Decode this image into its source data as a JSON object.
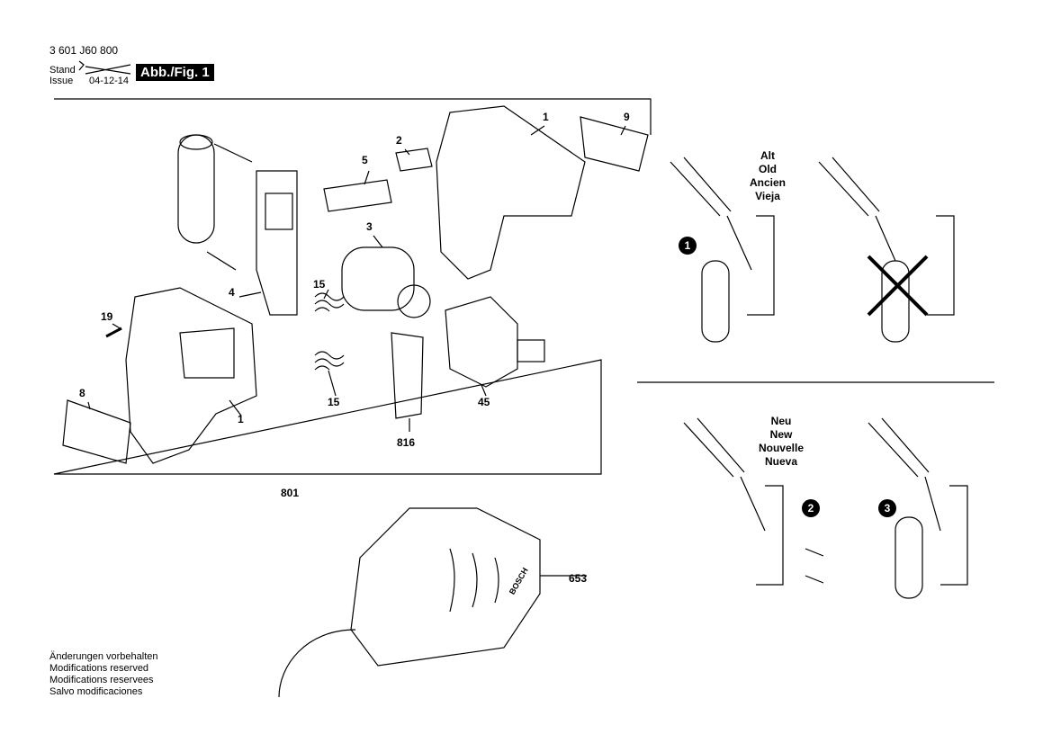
{
  "header": {
    "part_number": "3 601 J60 800",
    "stand_label": "Stand",
    "issue_label": "Issue",
    "date": "04-12-14",
    "figure_label": "Abb./Fig. 1"
  },
  "parts": [
    {
      "ref": "1"
    },
    {
      "ref": "9"
    },
    {
      "ref": "2"
    },
    {
      "ref": "5"
    },
    {
      "ref": "3"
    },
    {
      "ref": "4"
    },
    {
      "ref": "15"
    },
    {
      "ref": "19"
    },
    {
      "ref": "8"
    },
    {
      "ref": "1"
    },
    {
      "ref": "15"
    },
    {
      "ref": "816"
    },
    {
      "ref": "45"
    },
    {
      "ref": "801"
    },
    {
      "ref": "653"
    }
  ],
  "old_caption": [
    "Alt",
    "Old",
    "Ancien",
    "Vieja"
  ],
  "new_caption": [
    "Neu",
    "New",
    "Nouvelle",
    "Nueva"
  ],
  "steps": [
    "1",
    "2",
    "3"
  ],
  "footer": [
    "Änderungen vorbehalten",
    "Modifications reserved",
    "Modifications reservees",
    "Salvo modificaciones"
  ],
  "charger_brand": "BOSCH"
}
